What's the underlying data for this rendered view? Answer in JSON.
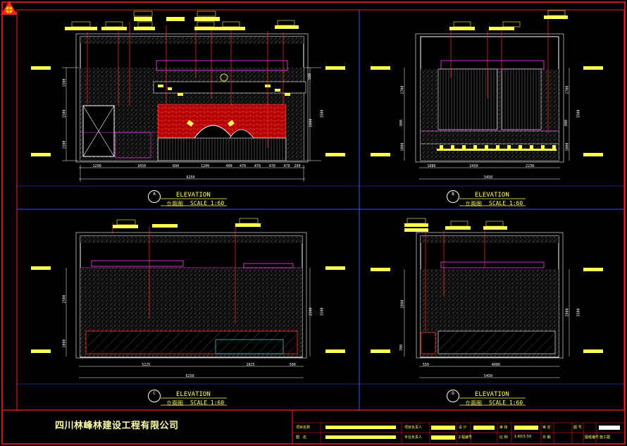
{
  "company_name": "四川林峰林建设工程有限公司",
  "elevations": [
    {
      "letter": "A",
      "title": "ELEVATION",
      "subtitle": "立面图",
      "scale": "SCALE 1:60",
      "dims": [
        "1200",
        "1650",
        "600",
        "1200",
        "400",
        "470",
        "470",
        "470",
        "470",
        "200"
      ],
      "total": "6250",
      "left_heights": [
        "1500",
        "1500",
        "1500"
      ],
      "right_heights": [
        "500",
        "2000"
      ],
      "right_total": "3500"
    },
    {
      "letter": "B",
      "title": "ELEVATION",
      "subtitle": "立面图",
      "scale": "SCALE 1:60",
      "dims": [
        "1080",
        "2450",
        "2230"
      ],
      "total": "5450",
      "left_heights": [
        "1700",
        "800",
        "1000"
      ],
      "right_heights": [
        "1700",
        "800",
        "1000"
      ],
      "right_total": "3500"
    },
    {
      "letter": "C",
      "title": "ELEVATION",
      "subtitle": "立面图",
      "scale": "SCALE 1:60",
      "dims": [
        "5225",
        "2825",
        "500"
      ],
      "total": "6250",
      "left_heights": [
        "2500",
        "1000"
      ],
      "right_heights": [
        "2500"
      ],
      "right_total": "3500"
    },
    {
      "letter": "D",
      "title": "ELEVATION",
      "subtitle": "立面图",
      "scale": "SCALE 1:60",
      "dims": [
        "550",
        "4000"
      ],
      "total": "5450",
      "left_heights": [
        "2800",
        "700"
      ],
      "right_heights": [
        "2800"
      ],
      "right_total": "3500"
    }
  ],
  "title_block": {
    "project_label": "项目名称",
    "drawing_label": "图　名",
    "chief_label": "项目负责人",
    "pro_label": "专业负责人",
    "design_label": "设 计",
    "check_label": "审 核",
    "approve_label": "审 定",
    "scale_label": "比 例",
    "scale_value": "1:60/1:50",
    "date_label": "日 期",
    "drawing_no_label": "图 号",
    "engineer_label": "工程编号",
    "sheet_label": "图纸编号",
    "construct_label": "施工图"
  },
  "colors": {
    "frame": "#ff2020",
    "grid": "#3a55ff",
    "annot": "#ffff55",
    "leader": "#ff3030",
    "wall": "#ffffff",
    "accent_magenta": "#ff40ff"
  }
}
